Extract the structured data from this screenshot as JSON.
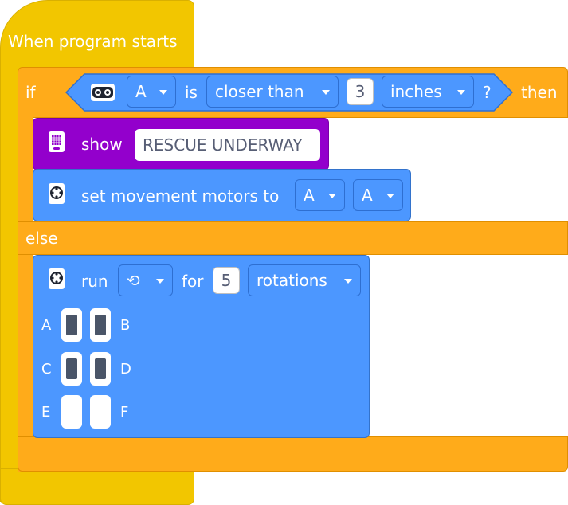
{
  "hat": {
    "label": "When program starts"
  },
  "if_block": {
    "if_label": "if",
    "sensor_port": "A",
    "is_label": "is",
    "comparison": "closer than",
    "value": "3",
    "unit": "inches",
    "question": "?",
    "then_label": "then"
  },
  "show_block": {
    "label": "show",
    "text": "RESCUE UNDERWAY"
  },
  "set_motors_block": {
    "label": "set movement motors to",
    "port1": "A",
    "port2": "A"
  },
  "else_label": "else",
  "run_block": {
    "run_label": "run",
    "direction_icon": "rotate-counterclockwise-icon",
    "direction_glyph": "⟲",
    "for_label": "for",
    "amount": "5",
    "unit": "rotations"
  },
  "ports": [
    {
      "left": "A",
      "right": "B",
      "left_active": true,
      "right_active": true
    },
    {
      "left": "C",
      "right": "D",
      "left_active": true,
      "right_active": true
    },
    {
      "left": "E",
      "right": "F",
      "left_active": false,
      "right_active": false
    }
  ],
  "colors": {
    "events": "#f2c600",
    "control": "#ffab1a",
    "motion": "#4c97ff",
    "display": "#9300cc"
  }
}
